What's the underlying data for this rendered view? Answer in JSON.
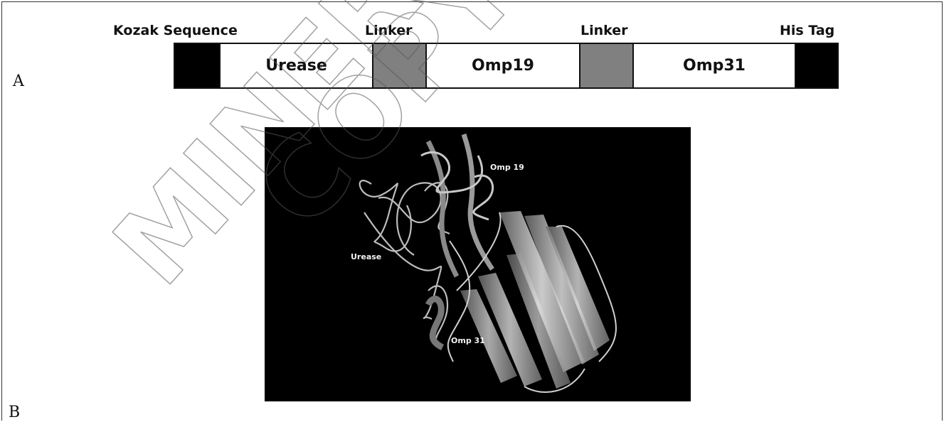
{
  "panels": {
    "a": "A",
    "b": "B"
  },
  "construct_labels": {
    "kozak": "Kozak Sequence",
    "linker1": "Linker",
    "linker2": "Linker",
    "his_tag": "His Tag"
  },
  "segments": [
    {
      "name": "kozak",
      "label": "",
      "color": "#000000"
    },
    {
      "name": "urease",
      "label": "Urease",
      "color": "#ffffff"
    },
    {
      "name": "linker-1",
      "label": "",
      "color": "#808080"
    },
    {
      "name": "omp19",
      "label": "Omp19",
      "color": "#ffffff"
    },
    {
      "name": "linker-2",
      "label": "",
      "color": "#808080"
    },
    {
      "name": "omp31",
      "label": "Omp31",
      "color": "#ffffff"
    },
    {
      "name": "his-tag",
      "label": "",
      "color": "#000000"
    }
  ],
  "structure_labels": {
    "omp19": "Omp 19",
    "urease": "Urease",
    "omp31": "Omp 31"
  },
  "watermark": "MINERVA COPYRIGHT",
  "colors": {
    "render_bg": "#000000",
    "ribbon": "#c8c8c8",
    "linker": "#808080"
  }
}
